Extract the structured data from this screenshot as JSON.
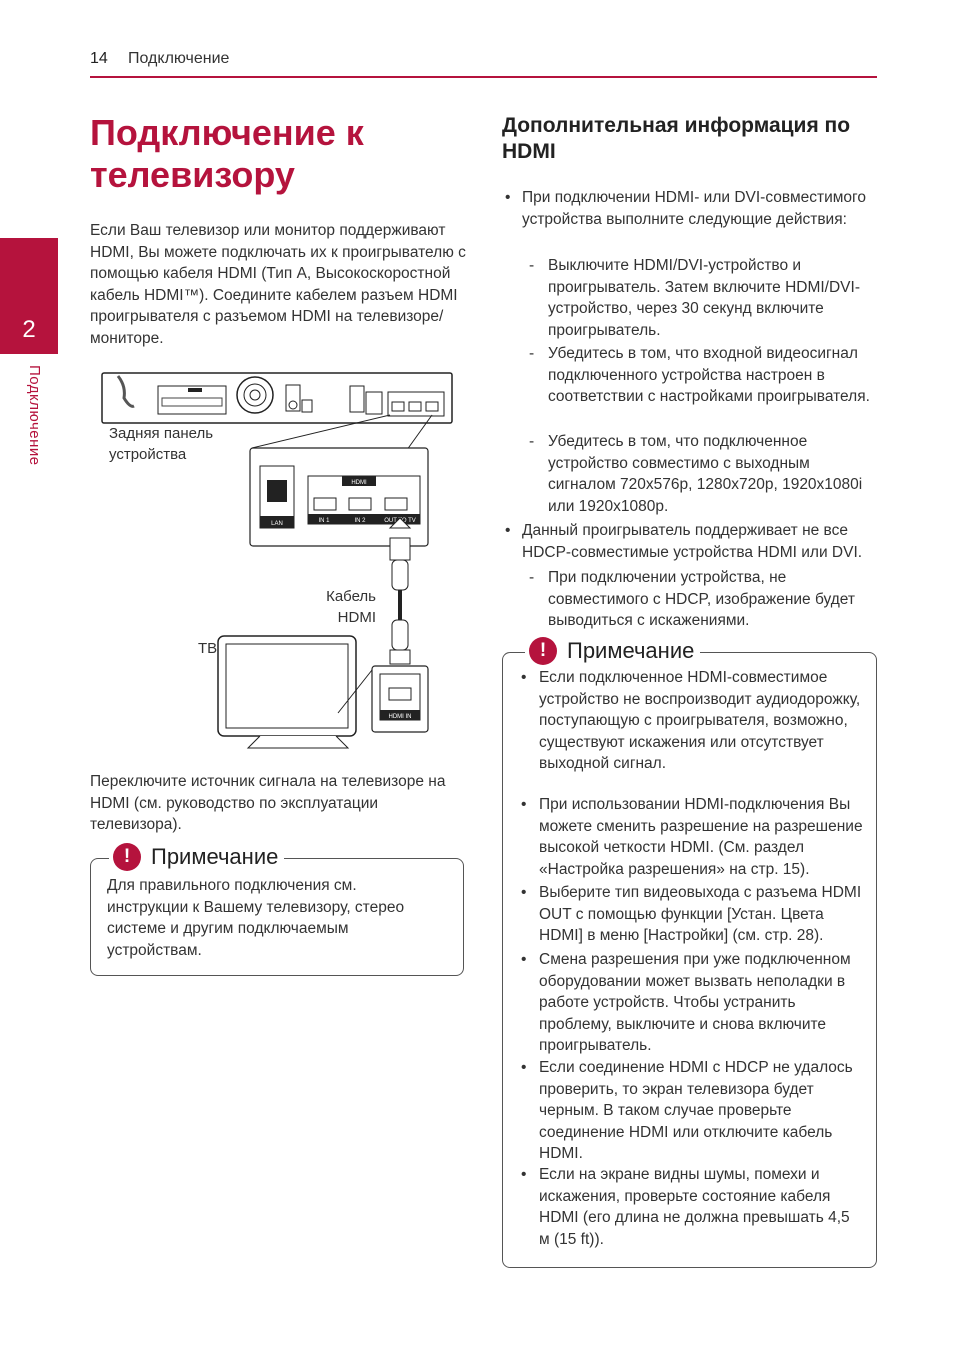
{
  "header": {
    "page_number": "14",
    "section": "Подключение"
  },
  "side_tab": {
    "number": "2",
    "label": "Подключение"
  },
  "title": "Подключение к телевизору",
  "intro": "Если Ваш телевизор или монитор поддерживают HDMI, Вы можете подключать их к проигрывателю с помощью кабеля HDMI (Тип А, Высокоскоростной кабель HDMI™). Соедините кабелем разъем HDMI проигрывателя с разъемом HDMI на телевизоре/мониторе.",
  "diagram": {
    "rear_panel_label": "Задняя панель устройства",
    "cable_label": "Кабель HDMI",
    "tv_label": "ТВ",
    "port_labels": [
      "HDMI",
      "IN 1",
      "IN 2",
      "OUT TO TV",
      "LAN",
      "HDMI IN"
    ]
  },
  "after_text": "Переключите источник сигнала на телевизоре на HDMI (см. руководство по эксплуатации телевизора).",
  "note1": {
    "title": "Примечание",
    "text": "Для правильного подключения см. инструкции к Вашему телевизору, стерео системе и другим подключаемым устройствам."
  },
  "subsection": {
    "title": "Дополнительная информация по HDMI",
    "bullets": [
      {
        "text": "При подключении HDMI- или DVI-совместимого устройства выполните следующие действия:",
        "subs": [
          "Выключите HDMI/DVI-устройство и проигрыватель. Затем включите HDMI/DVI-устройство, через 30 секунд включите проигрыватель.",
          "Убедитесь в том, что входной видеосигнал подключенного устройства настроен в соответствии с настройками проигрывателя.",
          "Убедитесь в том, что подключенное устройство совместимо с выходным сигналом 720x576p, 1280x720p, 1920x1080i или 1920x1080p."
        ]
      },
      {
        "text": "Данный проигрыватель поддерживает не все HDCP-совместимые устройства HDMI или DVI.",
        "subs": [
          "При подключении устройства, не совместимого с HDCP, изображение будет выводиться с искажениями."
        ]
      }
    ]
  },
  "note2": {
    "title": "Примечание",
    "items": [
      "Если подключенное HDMI-совместимое устройство не воспроизводит аудиодорожку, поступающую с проигрывателя, возможно, существуют искажения или отсутствует выходной сигнал.",
      "При использовании HDMI-подключения Вы можете сменить разрешение на разрешение высокой четкости HDMI. (См. раздел «Настройка разрешения» на стр. 15).",
      "Выберите тип видеовыхода с разъема HDMI OUT с помощью функции [Устан. Цвета HDMI] в меню [Настройки] (см. стр. 28).",
      "Смена разрешения при уже подключенном оборудовании может вызвать неполадки в работе устройств. Чтобы устранить проблему, выключите и снова включите проигрыватель.",
      "Если соединение HDMI с HDCP не удалось проверить, то экран телевизора будет черным. В таком случае проверьте соединение HDMI или отключите кабель HDMI.",
      "Если на экране видны шумы, помехи и искажения, проверьте состояние кабеля HDMI (его длина не должна превышать 4,5 м (15 ft))."
    ]
  },
  "colors": {
    "accent": "#b5133d"
  }
}
